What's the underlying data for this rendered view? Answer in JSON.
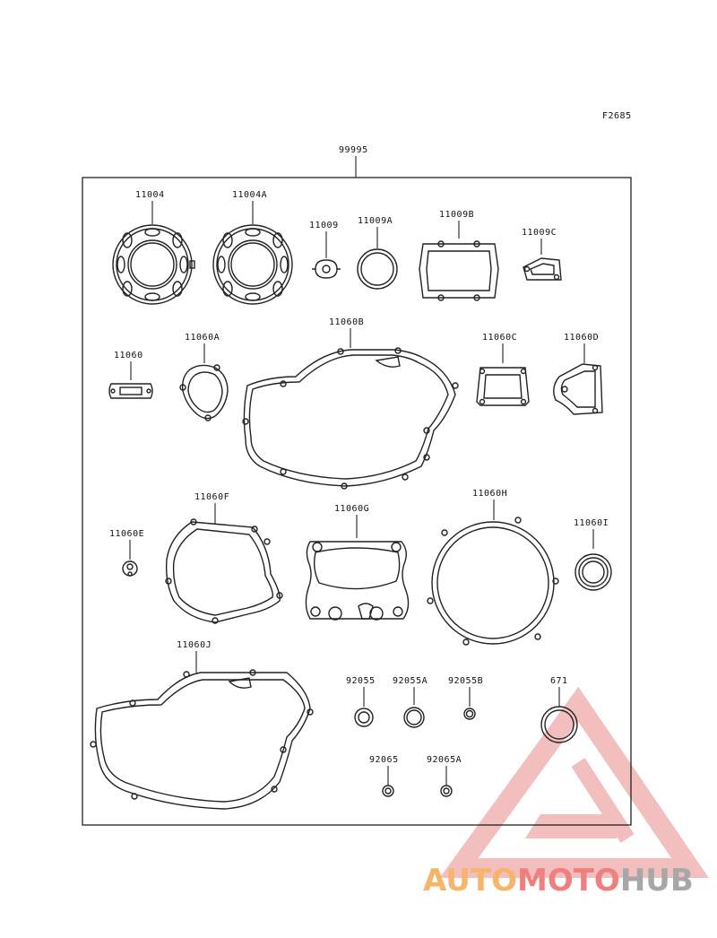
{
  "figure_code": "F2685",
  "kit_number": "99995",
  "parts": {
    "p11004": "11004",
    "p11004A": "11004A",
    "p11009": "11009",
    "p11009A": "11009A",
    "p11009B": "11009B",
    "p11009C": "11009C",
    "p11060": "11060",
    "p11060A": "11060A",
    "p11060B": "11060B",
    "p11060C": "11060C",
    "p11060D": "11060D",
    "p11060E": "11060E",
    "p11060F": "11060F",
    "p11060G": "11060G",
    "p11060H": "11060H",
    "p11060I": "11060I",
    "p11060J": "11060J",
    "p92055": "92055",
    "p92055A": "92055A",
    "p92055B": "92055B",
    "p671": "671",
    "p92065": "92065",
    "p92065A": "92065A"
  },
  "watermark": {
    "word1": "AUTO",
    "word2": "MOTO",
    "word3": "HUB",
    "color1": "#f6b56a",
    "color2": "#f07f7f",
    "color3": "#a7a7a7"
  }
}
